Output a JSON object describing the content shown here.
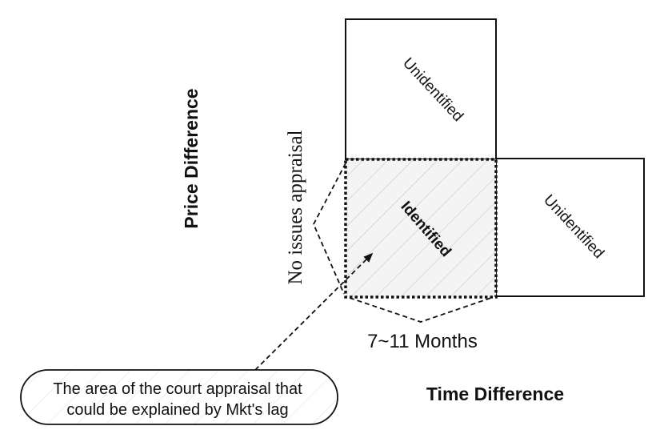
{
  "labels": {
    "top_box": "Unidentified",
    "right_box": "Unidentified",
    "center_box": "Identified",
    "left_bracket": "No issues appraisal",
    "bottom_bracket": "7~11 Months",
    "y_axis": "Price Difference",
    "x_axis": "Time Difference"
  },
  "callout": {
    "line1": "The area of the court appraisal that",
    "line2": "could be explained by Mkt's lag"
  }
}
